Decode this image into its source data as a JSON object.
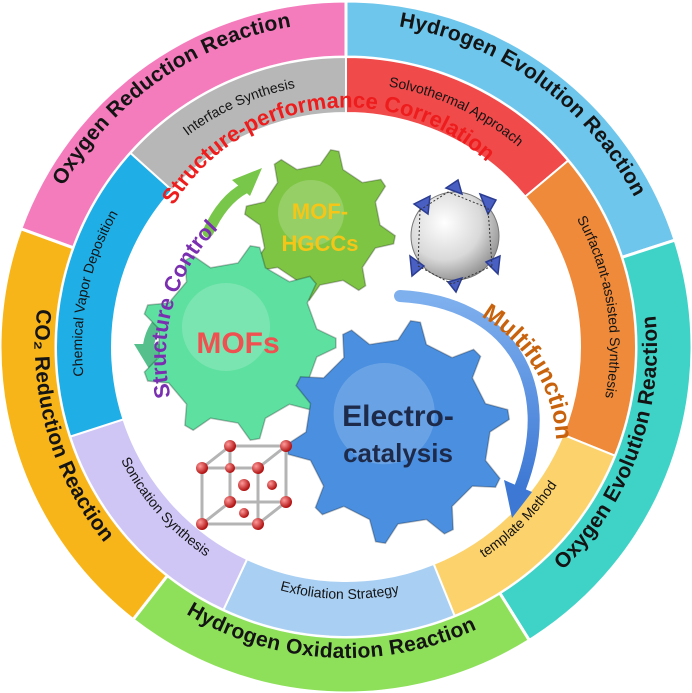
{
  "outer_ring": [
    {
      "label": "Hydrogen Evolution Reaction",
      "color": "#6ec6ec"
    },
    {
      "label": "Oxygen Evolution Reaction",
      "color": "#3fd3c8"
    },
    {
      "label": "Hydrogen Oxidation Reaction",
      "color": "#8ee05a"
    },
    {
      "label": "CO₂ Reduction Reaction",
      "color": "#f8b51a"
    },
    {
      "label": "Oxygen Reduction Reaction",
      "color": "#f47cbd"
    }
  ],
  "inner_ring": [
    {
      "label": "Solvothermal Approach",
      "color": "#f04a4a"
    },
    {
      "label": "Surfactant-assisted Synthesis",
      "color": "#ee8a3a"
    },
    {
      "label": "template Method",
      "color": "#fcd26c"
    },
    {
      "label": "Exfoliation Strategy",
      "color": "#a9d0f3"
    },
    {
      "label": "Sonication Synthesis",
      "color": "#cfc6f6"
    },
    {
      "label": "Chemical Vapor Deposition",
      "color": "#1faee6"
    },
    {
      "label": "Interface Synthesis",
      "color": "#b7b7b7"
    }
  ],
  "center": {
    "correlation_label": "Structure-performance Correlation",
    "control_label": "Structure Control",
    "multifunction_label": "Multifunction",
    "gears": [
      {
        "line1": "MOFs",
        "line2": "",
        "color": "#5ee0a0",
        "text_color": "#f05050"
      },
      {
        "line1": "MOF-",
        "line2": "HGCCs",
        "color": "#7ec544",
        "text_color": "#f5c518"
      },
      {
        "line1": "Electro-",
        "line2": "catalysis",
        "color": "#4a8fe0",
        "text_color": "#1e2a4a"
      }
    ]
  }
}
